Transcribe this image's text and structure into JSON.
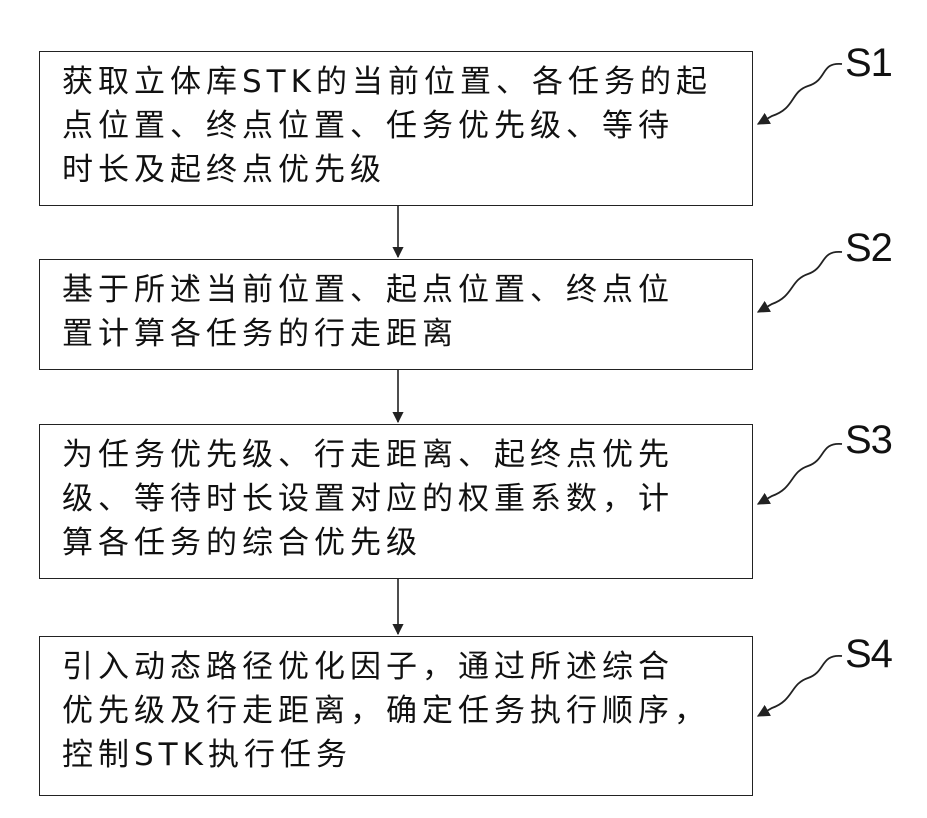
{
  "steps": [
    {
      "label": "S1",
      "text": [
        "获取立体库STK的当前位置、各任务的起",
        "点位置、终点位置、任务优先级、等待",
        "时长及起终点优先级"
      ]
    },
    {
      "label": "S2",
      "text": [
        "基于所述当前位置、起点位置、终点位",
        "置计算各任务的行走距离"
      ]
    },
    {
      "label": "S3",
      "text": [
        "为任务优先级、行走距离、起终点优先",
        "级、等待时长设置对应的权重系数，计",
        "算各任务的综合优先级"
      ]
    },
    {
      "label": "S4",
      "text": [
        "引入动态路径优化因子，通过所述综合",
        "优先级及行走距离，确定任务执行顺序，",
        "控制STK执行任务"
      ]
    }
  ]
}
